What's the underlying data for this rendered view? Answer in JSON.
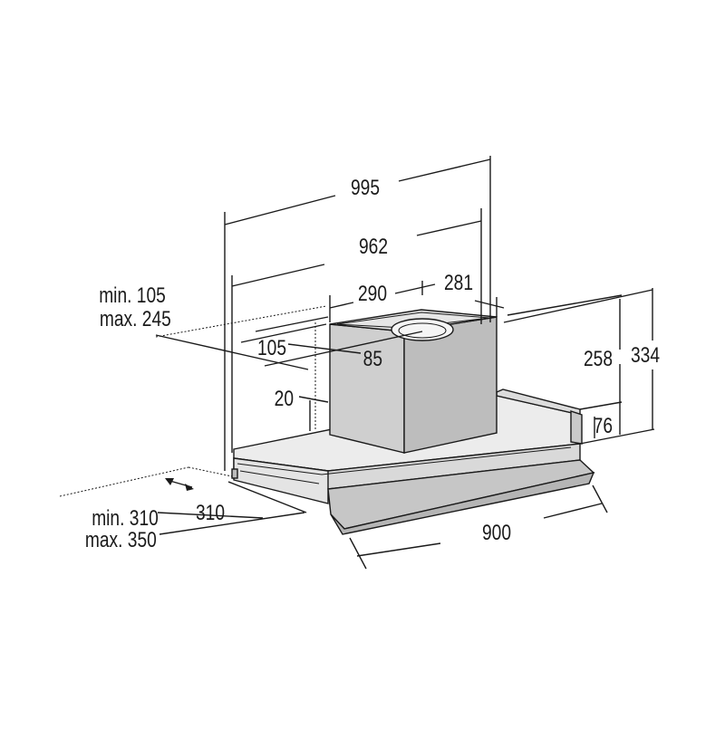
{
  "colors": {
    "line": "#1a1a1a",
    "chimney_front": "#cfcfcf",
    "chimney_top": "#e6e6e6",
    "body_light": "#ececec",
    "body_mid": "#d9d9d9",
    "body_dark": "#bdbdbd",
    "background": "#ffffff"
  },
  "dimensions": {
    "overall_width": "995",
    "inner_width": "962",
    "chimney_width": "290",
    "chimney_depth": "281",
    "wall_offset_min": "min. 105",
    "wall_offset_max": "max. 245",
    "duct_offset_x": "105",
    "duct_offset_y": "85",
    "chimney_gap": "20",
    "chimney_height": "258",
    "total_height": "334",
    "body_height": "76",
    "bottom_depth": "310",
    "depth_min": "min. 310",
    "depth_max": "max. 350",
    "front_width": "900"
  }
}
